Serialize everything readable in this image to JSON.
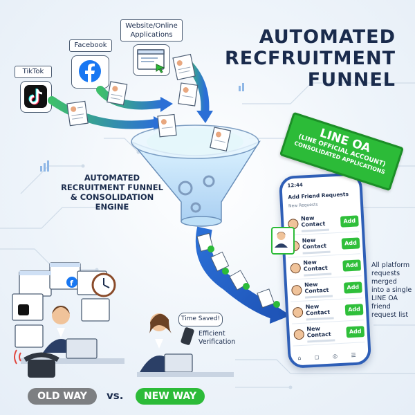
{
  "title": {
    "line1": "AUTOMATED",
    "line2": "RECFRUITMENT",
    "line3": "FUNNEL"
  },
  "sources": {
    "tiktok": "TikTok",
    "facebook": "Facebook",
    "website_line1": "Website/Online",
    "website_line2": "Applications"
  },
  "engine": {
    "line1": "AUTOMATED",
    "line2": "RECRUITMENT FUNNEL",
    "line3": "& CONSOLIDATION",
    "line4": "ENGINE"
  },
  "line_oa": {
    "line1": "LINE OA",
    "line2": "(LINE OFFICIAL ACCOUNT)",
    "line3": "CONSOLIDATED APPLICATIONS"
  },
  "phone": {
    "time": "12:44",
    "header": "Add Friend Requests",
    "subheader": "New Requests",
    "contacts": [
      {
        "name": "New Contact",
        "action": "Add"
      },
      {
        "name": "New Contact",
        "action": "Add"
      },
      {
        "name": "New Contact",
        "action": "Add"
      },
      {
        "name": "New Contact",
        "action": "Add"
      },
      {
        "name": "New Contact",
        "action": "Add"
      },
      {
        "name": "New Contact",
        "action": "Add"
      }
    ]
  },
  "side_note": {
    "line1": "All platform",
    "line2": "requests",
    "line3": "merged",
    "line4": "into a single",
    "line5": "LINE OA",
    "line6": "friend",
    "line7": "request list"
  },
  "new_way": {
    "bubble": "Time Saved!",
    "caption_line1": "Efficient",
    "caption_line2": "Verification"
  },
  "comparison": {
    "old": "OLD WAY",
    "vs": "vs.",
    "new": "NEW WAY"
  },
  "colors": {
    "navy": "#1a2b4c",
    "line_green": "#2cbb38",
    "funnel_blue": "#2b6fd6",
    "facebook_blue": "#1877f2",
    "old_gray": "#7d7f82"
  },
  "icons": [
    "tiktok-logo-icon",
    "facebook-logo-icon",
    "browser-window-icon",
    "resume-document-icon",
    "gear-icon",
    "check-icon",
    "clock-icon",
    "desk-phone-icon",
    "smartphone-icon",
    "chart-icon"
  ]
}
